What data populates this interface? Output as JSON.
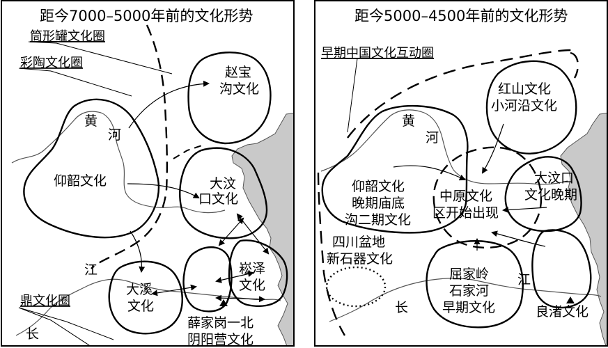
{
  "left": {
    "title": "距今7000–5000年前的文化形势",
    "legend": {
      "jar": "筒形罐文化圈",
      "pottery": "彩陶文化圈",
      "ding": "鼎文化圈"
    },
    "cultures": {
      "zhaobao_1": "赵宝",
      "zhaobao_2": "沟文化",
      "yangshao": "仰韶文化",
      "dawenkou_1": "大汶",
      "dawenkou_2": "口文化",
      "daxi_1": "大溪",
      "daxi_2": "文化",
      "songze_1": "崧泽",
      "songze_2": "文化",
      "xuejia_1": "薛家岗一北",
      "xuejia_2": "阴阳营文化"
    },
    "rivers": {
      "huang": "黄",
      "he": "河",
      "jiang": "江",
      "chang": "长"
    }
  },
  "right": {
    "title": "距今5000–4500年前的文化形势",
    "legend": {
      "sphere": "早期中国文化互动圈"
    },
    "cultures": {
      "hongshan_1": "红山文化",
      "hongshan_2": "小河沿文化",
      "dawenkou_1": "大汶口",
      "dawenkou_2": "文化晚期",
      "yangshao_1": "仰韶文化",
      "yangshao_2": "晚期庙底",
      "yangshao_3": "沟二期文化",
      "zhongyuan_1": "中原文化",
      "zhongyuan_2": "区开始出现",
      "sichuan_1": "四川盆地",
      "sichuan_2": "新石器文化",
      "qujialing_1": "屈家岭",
      "qujialing_2": "石家河",
      "qujialing_3": "早期文化",
      "liangzhu": "良渚文化"
    },
    "rivers": {
      "huang": "黄",
      "he": "河",
      "jiang": "江",
      "chang": "长"
    }
  },
  "colors": {
    "sea": "#c9c9c9",
    "line": "#000000",
    "river": "#555555"
  }
}
